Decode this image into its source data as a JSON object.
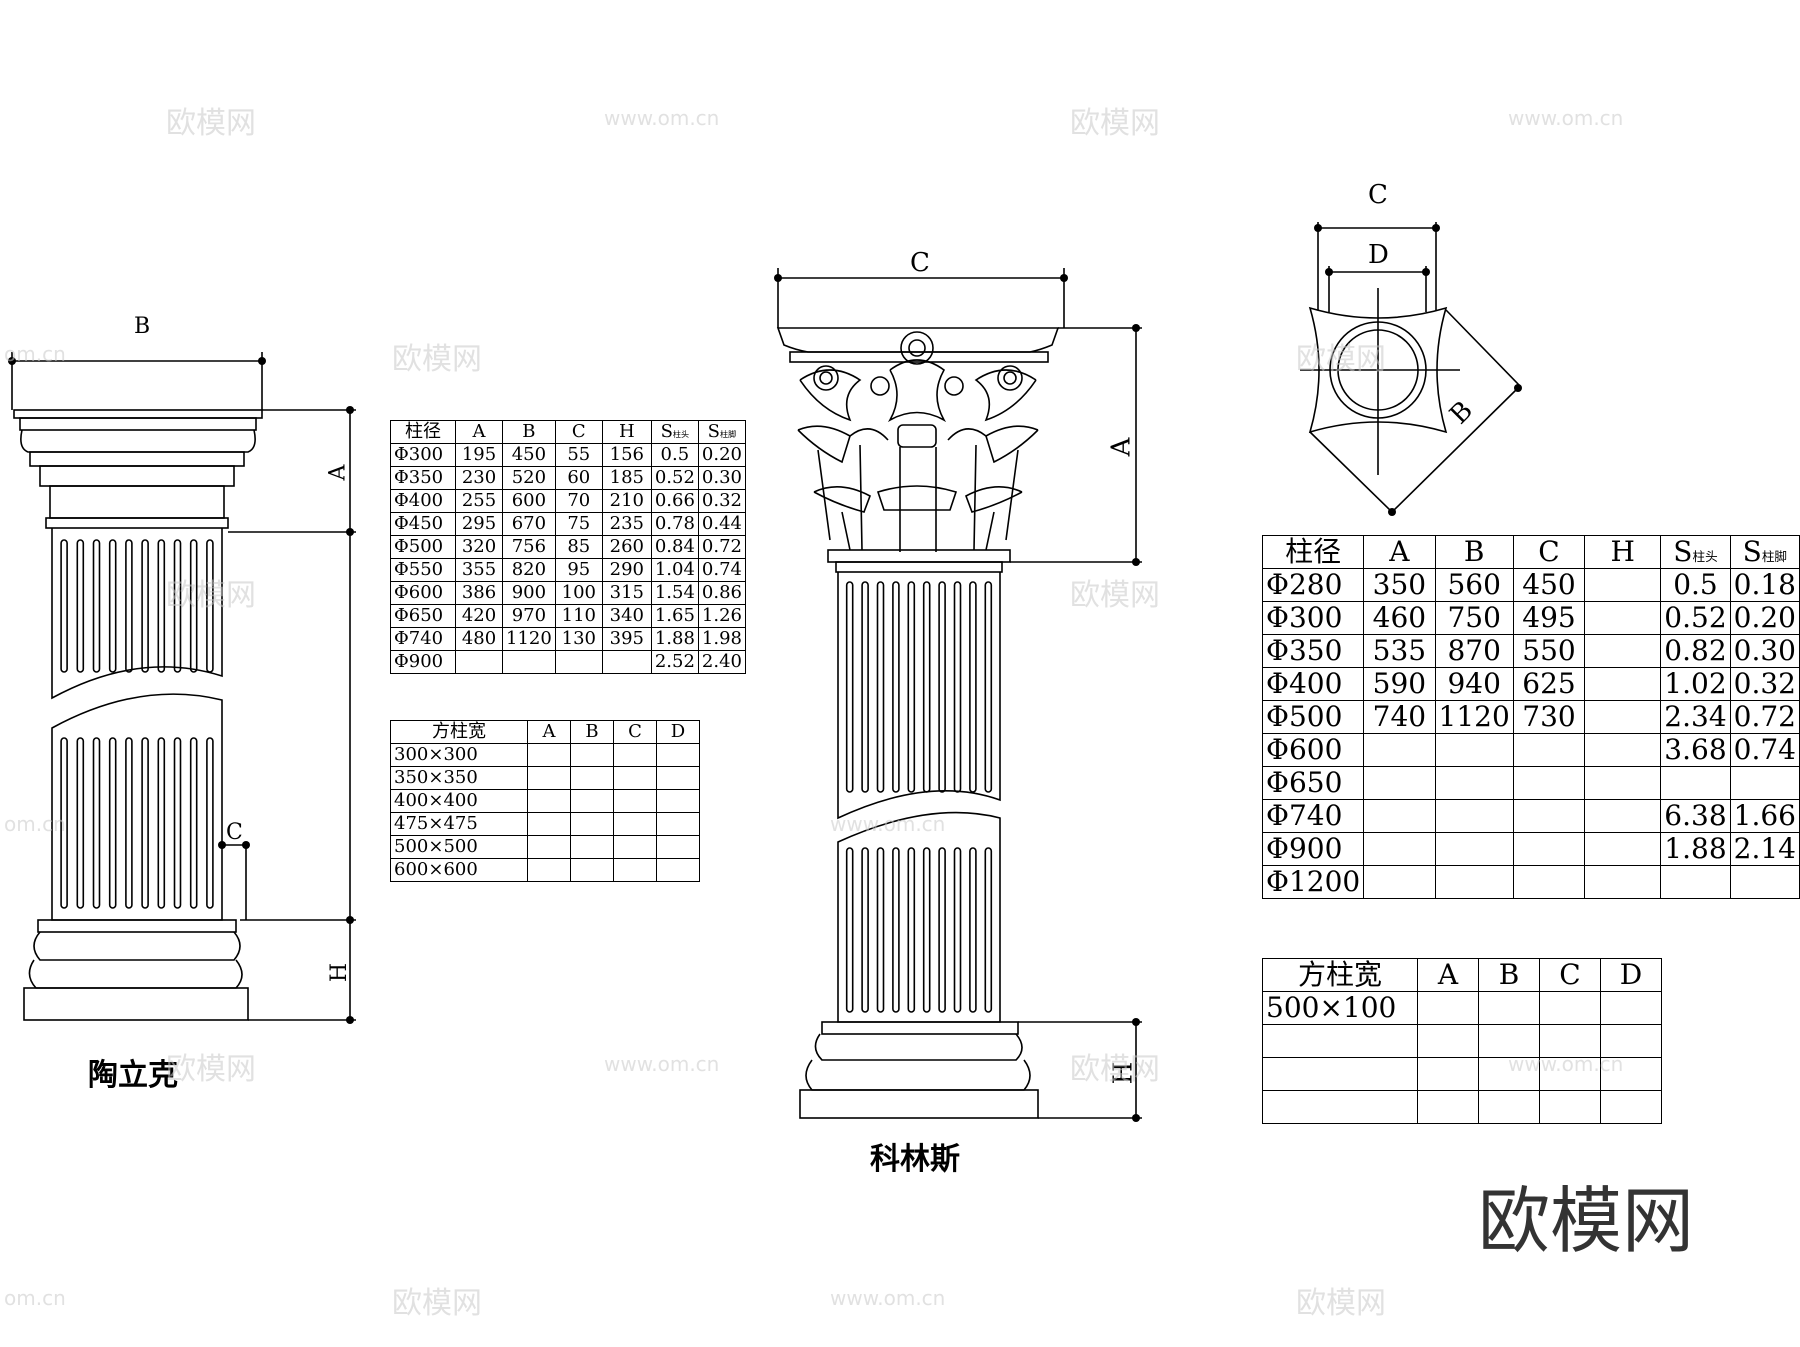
{
  "labels": {
    "doric_name": "陶立克",
    "corinthian_name": "科林斯",
    "doric_dim_b": "B",
    "doric_dim_a": "A",
    "doric_dim_c": "C",
    "doric_dim_h": "H",
    "cor_dim_c": "C",
    "cor_dim_a": "A",
    "cor_dim_h": "H",
    "plan_dim_c": "C",
    "plan_dim_d": "D",
    "plan_dim_b": "B"
  },
  "watermarks": {
    "cn": "欧模网",
    "url": "www.om.cn",
    "url_short": "om.cn",
    "brand": "欧模网"
  },
  "table1": {
    "header": [
      "柱径",
      "A",
      "B",
      "C",
      "H",
      "S",
      "S"
    ],
    "sub_labels": [
      "柱头",
      "柱脚"
    ],
    "rows": [
      [
        "Φ300",
        "195",
        "450",
        "55",
        "156",
        "0.5",
        "0.20"
      ],
      [
        "Φ350",
        "230",
        "520",
        "60",
        "185",
        "0.52",
        "0.30"
      ],
      [
        "Φ400",
        "255",
        "600",
        "70",
        "210",
        "0.66",
        "0.32"
      ],
      [
        "Φ450",
        "295",
        "670",
        "75",
        "235",
        "0.78",
        "0.44"
      ],
      [
        "Φ500",
        "320",
        "756",
        "85",
        "260",
        "0.84",
        "0.72"
      ],
      [
        "Φ550",
        "355",
        "820",
        "95",
        "290",
        "1.04",
        "0.74"
      ],
      [
        "Φ600",
        "386",
        "900",
        "100",
        "315",
        "1.54",
        "0.86"
      ],
      [
        "Φ650",
        "420",
        "970",
        "110",
        "340",
        "1.65",
        "1.26"
      ],
      [
        "Φ740",
        "480",
        "1120",
        "130",
        "395",
        "1.88",
        "1.98"
      ],
      [
        "Φ900",
        "",
        "",
        "",
        "",
        "2.52",
        "2.40"
      ]
    ]
  },
  "table2": {
    "header": [
      "方柱宽",
      "A",
      "B",
      "C",
      "D"
    ],
    "rows": [
      [
        "300×300",
        "",
        "",
        "",
        ""
      ],
      [
        "350×350",
        "",
        "",
        "",
        ""
      ],
      [
        "400×400",
        "",
        "",
        "",
        ""
      ],
      [
        "475×475",
        "",
        "",
        "",
        ""
      ],
      [
        "500×500",
        "",
        "",
        "",
        ""
      ],
      [
        "600×600",
        "",
        "",
        "",
        ""
      ]
    ]
  },
  "table3": {
    "header": [
      "柱径",
      "A",
      "B",
      "C",
      "H",
      "S",
      "S"
    ],
    "sub_labels": [
      "柱头",
      "柱脚"
    ],
    "rows": [
      [
        "Φ280",
        "350",
        "560",
        "450",
        "",
        "0.5",
        "0.18"
      ],
      [
        "Φ300",
        "460",
        "750",
        "495",
        "",
        "0.52",
        "0.20"
      ],
      [
        "Φ350",
        "535",
        "870",
        "550",
        "",
        "0.82",
        "0.30"
      ],
      [
        "Φ400",
        "590",
        "940",
        "625",
        "",
        "1.02",
        "0.32"
      ],
      [
        "Φ500",
        "740",
        "1120",
        "730",
        "",
        "2.34",
        "0.72"
      ],
      [
        "Φ600",
        "",
        "",
        "",
        "",
        "3.68",
        "0.74"
      ],
      [
        "Φ650",
        "",
        "",
        "",
        "",
        "",
        ""
      ],
      [
        "Φ740",
        "",
        "",
        "",
        "",
        "6.38",
        "1.66"
      ],
      [
        "Φ900",
        "",
        "",
        "",
        "",
        "1.88",
        "2.14"
      ],
      [
        "Φ1200",
        "",
        "",
        "",
        "",
        "",
        ""
      ]
    ]
  },
  "table4": {
    "header": [
      "方柱宽",
      "A",
      "B",
      "C",
      "D"
    ],
    "rows": [
      [
        "500×100",
        "",
        "",
        "",
        ""
      ],
      [
        "",
        "",
        "",
        "",
        ""
      ],
      [
        "",
        "",
        "",
        "",
        ""
      ],
      [
        "",
        "",
        "",
        "",
        ""
      ]
    ]
  }
}
